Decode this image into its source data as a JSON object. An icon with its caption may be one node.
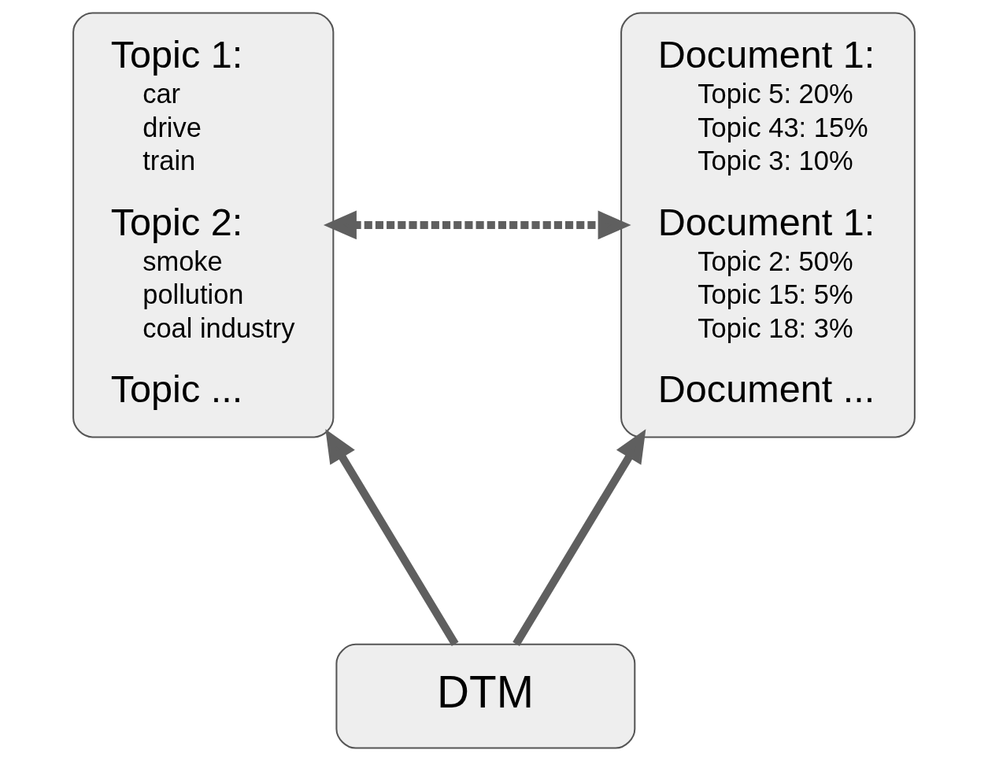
{
  "diagram": {
    "nodes": [
      {
        "text": [
          "Topic 1:",
          "car",
          "drive",
          "train",
          "Topic 2:",
          "smoke",
          "pollution",
          "coal industry",
          "Topic ..."
        ]
      },
      {
        "text": [
          "Document 1:",
          "Topic 5: 20%",
          "Topic 43: 15%",
          "Topic 3: 10%",
          "Document 1:",
          "Topic 2: 50%",
          "Topic 15: 5%",
          "Topic 18: 3%",
          "Document ..."
        ]
      },
      {
        "text": [
          "DTM"
        ]
      }
    ],
    "edges": [
      {
        "from": 0,
        "to": 1,
        "arrow": "both",
        "style": "dashed"
      },
      {
        "from": 2,
        "to": 0,
        "arrow": "to"
      },
      {
        "from": 2,
        "to": 1,
        "arrow": "to"
      }
    ]
  }
}
